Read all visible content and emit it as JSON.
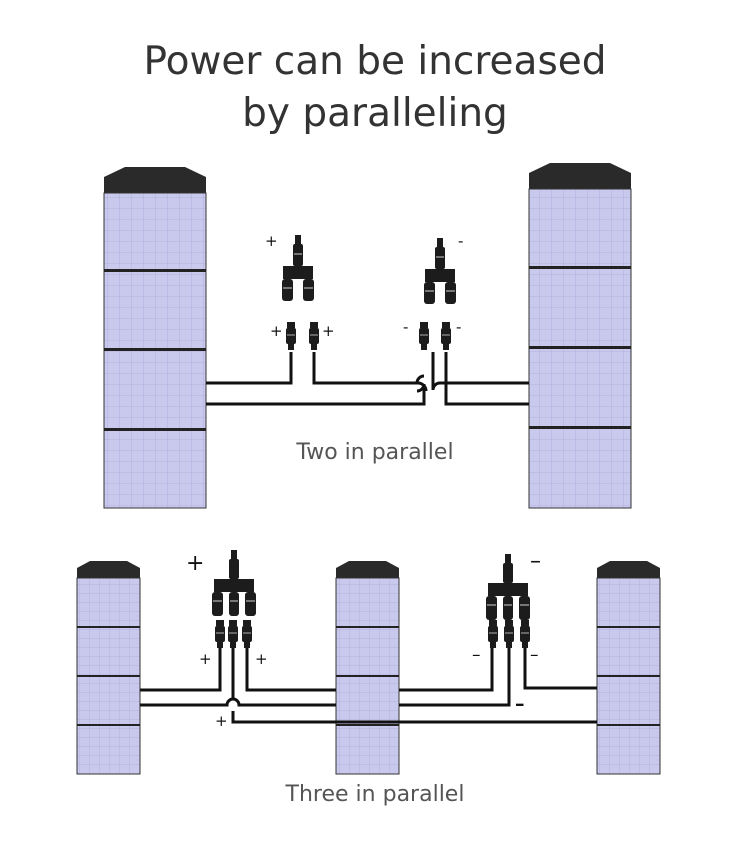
{
  "title_line1": "Power can be increased",
  "title_line2": "by paralleling",
  "captions": {
    "two": "Two in parallel",
    "three": "Three in parallel"
  },
  "signs": {
    "plus": "+",
    "minus": "-",
    "minus_long": "–"
  },
  "colors": {
    "panel_fill": "#c9c9ee",
    "panel_grid": "#a9a9d9",
    "panel_divider": "#222222",
    "panel_cap": "#2a2a2a",
    "cable": "#111111",
    "connector": "#1c1c1c",
    "text": "#333333"
  }
}
